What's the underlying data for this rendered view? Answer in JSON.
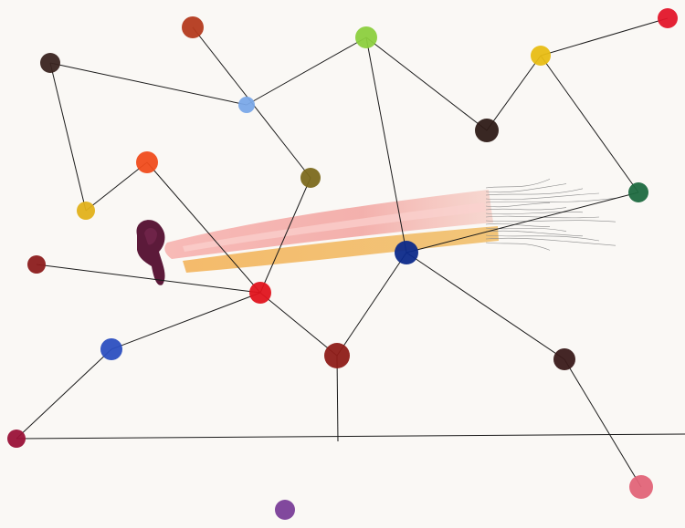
{
  "artwork": {
    "background_color": "#faf8f5",
    "line_color": "#1a1a1a",
    "nodes": [
      {
        "id": "n1",
        "color": "#b43a1e"
      },
      {
        "id": "n2",
        "color": "#e3162a"
      },
      {
        "id": "n3",
        "color": "#3a2420"
      },
      {
        "id": "n4",
        "color": "#8ccf3e"
      },
      {
        "id": "n5",
        "color": "#e8bd14"
      },
      {
        "id": "n6",
        "color": "#7aa8e8"
      },
      {
        "id": "n7",
        "color": "#2e1b17"
      },
      {
        "id": "n8",
        "color": "#7c6a1e"
      },
      {
        "id": "n9",
        "color": "#f04c1c"
      },
      {
        "id": "n10",
        "color": "#e2b11a"
      },
      {
        "id": "n11",
        "color": "#1e6a40"
      },
      {
        "id": "n12",
        "color": "#8c1c1c"
      },
      {
        "id": "n13",
        "color": "#0d2a8a"
      },
      {
        "id": "n14",
        "color": "#e0141e"
      },
      {
        "id": "n15",
        "color": "#2c4fc0"
      },
      {
        "id": "n16",
        "color": "#8e1c18"
      },
      {
        "id": "n17",
        "color": "#3a1a1a"
      },
      {
        "id": "n18",
        "color": "#9a1238"
      },
      {
        "id": "n19",
        "color": "#e26478"
      },
      {
        "id": "n20",
        "color": "#7a3e98"
      }
    ],
    "strokes": [
      {
        "name": "pink-watercolor-stroke",
        "color": "#f2a4a0"
      },
      {
        "name": "orange-watercolor-stroke",
        "color": "#f3b45c"
      }
    ],
    "blot_color": "#5c1a3a"
  }
}
